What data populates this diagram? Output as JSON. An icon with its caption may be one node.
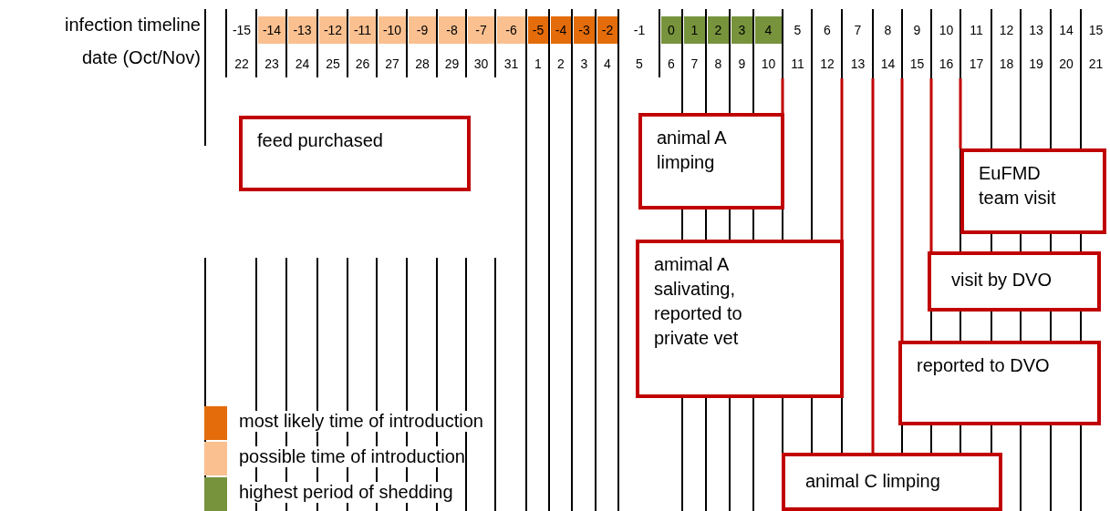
{
  "diagram": {
    "nodes": [
      {
        "text": [
          "feed purchased"
        ]
      },
      {
        "text": [
          "animal A limping"
        ]
      },
      {
        "text": [
          "EuFMD team visit"
        ]
      },
      {
        "text": [
          "visit by DVO"
        ]
      },
      {
        "text": [
          "amimal A salivating, reported to private vet"
        ]
      },
      {
        "text": [
          "reported to DVO"
        ]
      },
      {
        "text": [
          "animal C limping"
        ]
      }
    ],
    "edges": [
      {
        "from": 1,
        "to": null,
        "arrow": "none"
      },
      {
        "from": 4,
        "to": null,
        "arrow": "none"
      },
      {
        "from": 6,
        "to": null,
        "arrow": "none"
      },
      {
        "from": 5,
        "to": null,
        "arrow": "none"
      },
      {
        "from": 3,
        "to": null,
        "arrow": "none"
      },
      {
        "from": 2,
        "to": null,
        "arrow": "none"
      }
    ],
    "labels": [
      "infection timeline",
      "-15",
      "-14",
      "-13",
      "-12",
      "-11",
      "-10",
      "-9",
      "-8",
      "-7",
      "-6",
      "-5",
      "-4",
      "-3",
      "-2",
      "-1",
      "0",
      "1",
      "2",
      "3",
      "4",
      "5",
      "6",
      "7",
      "8",
      "9",
      "10",
      "11",
      "12",
      "13",
      "14",
      "15",
      "date (Oct/Nov)",
      "22",
      "23",
      "24",
      "25",
      "26",
      "27",
      "28",
      "29",
      "30",
      "31",
      "1",
      "2",
      "3",
      "4",
      "5",
      "6",
      "7",
      "8",
      "9",
      "10",
      "11",
      "12",
      "13",
      "14",
      "15",
      "16",
      "17",
      "18",
      "19",
      "20",
      "21"
    ],
    "legend": [
      {
        "text": "most likely time of introduction",
        "color": "#e46c0a"
      },
      {
        "text": "possible time of introduction",
        "color": "#fac090"
      },
      {
        "text": "highest period of shedding",
        "color": "#77933c"
      }
    ]
  }
}
